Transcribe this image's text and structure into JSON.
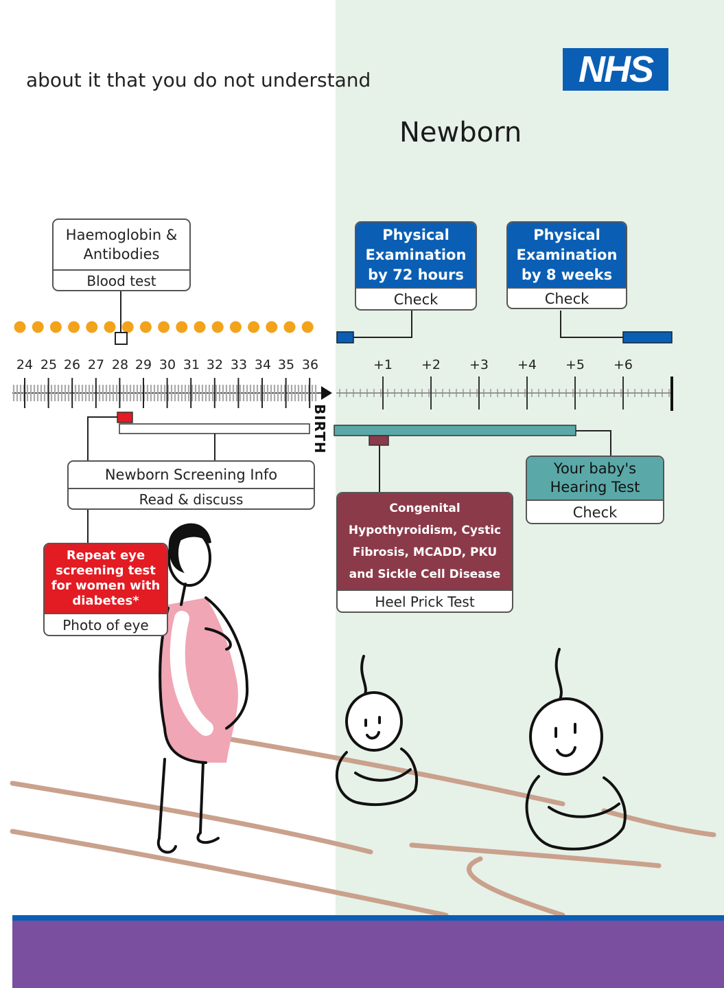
{
  "intro_text": "about it that you do not understand",
  "section_title": "Newborn",
  "logo": {
    "text": "NHS",
    "color": "#0a5fb4"
  },
  "timeline": {
    "pregnancy_weeks": [
      "24",
      "25",
      "26",
      "27",
      "28",
      "29",
      "30",
      "31",
      "32",
      "33",
      "34",
      "35",
      "36"
    ],
    "birth_label": "BIRTH",
    "postnatal_weeks": [
      "+1",
      "+2",
      "+3",
      "+4",
      "+5",
      "+6"
    ]
  },
  "tests": {
    "haemoglobin": {
      "title": "Haemoglobin & Antibodies",
      "type": "Blood test"
    },
    "phys72": {
      "title": "Physical Examination by 72 hours",
      "type": "Check",
      "color": "#0a5fb4"
    },
    "phys8": {
      "title": "Physical Examination by 8 weeks",
      "type": "Check",
      "color": "#0a5fb4"
    },
    "newborn_info": {
      "title": "Newborn Screening Info",
      "type": "Read & discuss"
    },
    "eye": {
      "title": "Repeat eye screening test for women with diabetes*",
      "type": "Photo of eye",
      "color": "#e31b23"
    },
    "heel": {
      "title": "Congenital Hypothyroidism, Cystic Fibrosis, MCADD, PKU and Sickle Cell Disease",
      "type": "Heel Prick Test",
      "color": "#8b3a4a"
    },
    "hearing": {
      "title": "Your baby's Hearing Test",
      "type": "Check",
      "color": "#5aa9a8"
    }
  },
  "colors": {
    "pregnancy_dots": "#f2a31b",
    "background_newborn": "#e6f1e8",
    "band": "#7a4fa0"
  }
}
